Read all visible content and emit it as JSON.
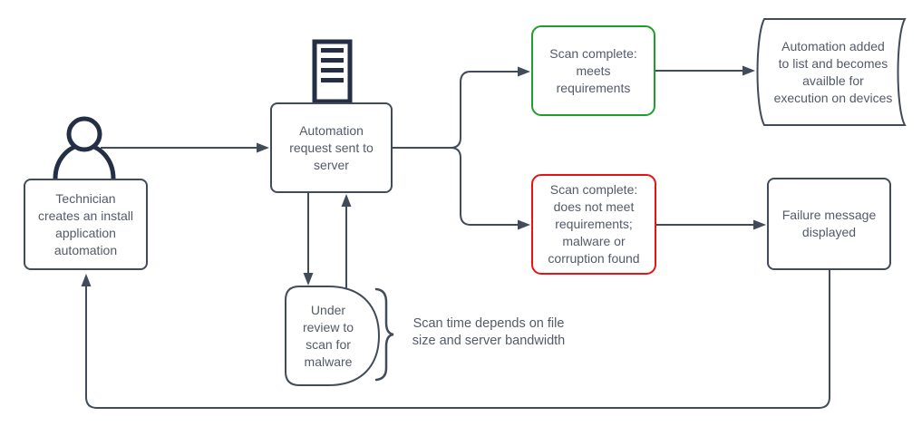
{
  "diagram": {
    "nodes": {
      "technician": {
        "label": "Technician\ncreates an install\napplication\nautomation"
      },
      "server_request": {
        "label": "Automation\nrequest sent to\nserver"
      },
      "scan_pass": {
        "label": "Scan complete:\nmeets\nrequirements"
      },
      "scan_fail": {
        "label": "Scan complete:\ndoes not meet\nrequirements;\nmalware or\ncorruption found"
      },
      "automation_added": {
        "label": "Automation added\nto list and becomes\navailble for\nexecution on devices"
      },
      "failure_message": {
        "label": "Failure message\ndisplayed"
      },
      "under_review": {
        "label": "Under\nreview to\nscan for\nmalware"
      }
    },
    "annotation": {
      "note": "Scan time depends on file\nsize and server bandwidth"
    },
    "icons": [
      "person-icon",
      "server-icon",
      "curly-brace"
    ],
    "colors": {
      "connector": "#414b5a",
      "icon": "#242f46",
      "text": "#535a68",
      "pass_border": "#1f9e2e",
      "fail_border": "#e81414",
      "background": "#ffffff"
    }
  }
}
